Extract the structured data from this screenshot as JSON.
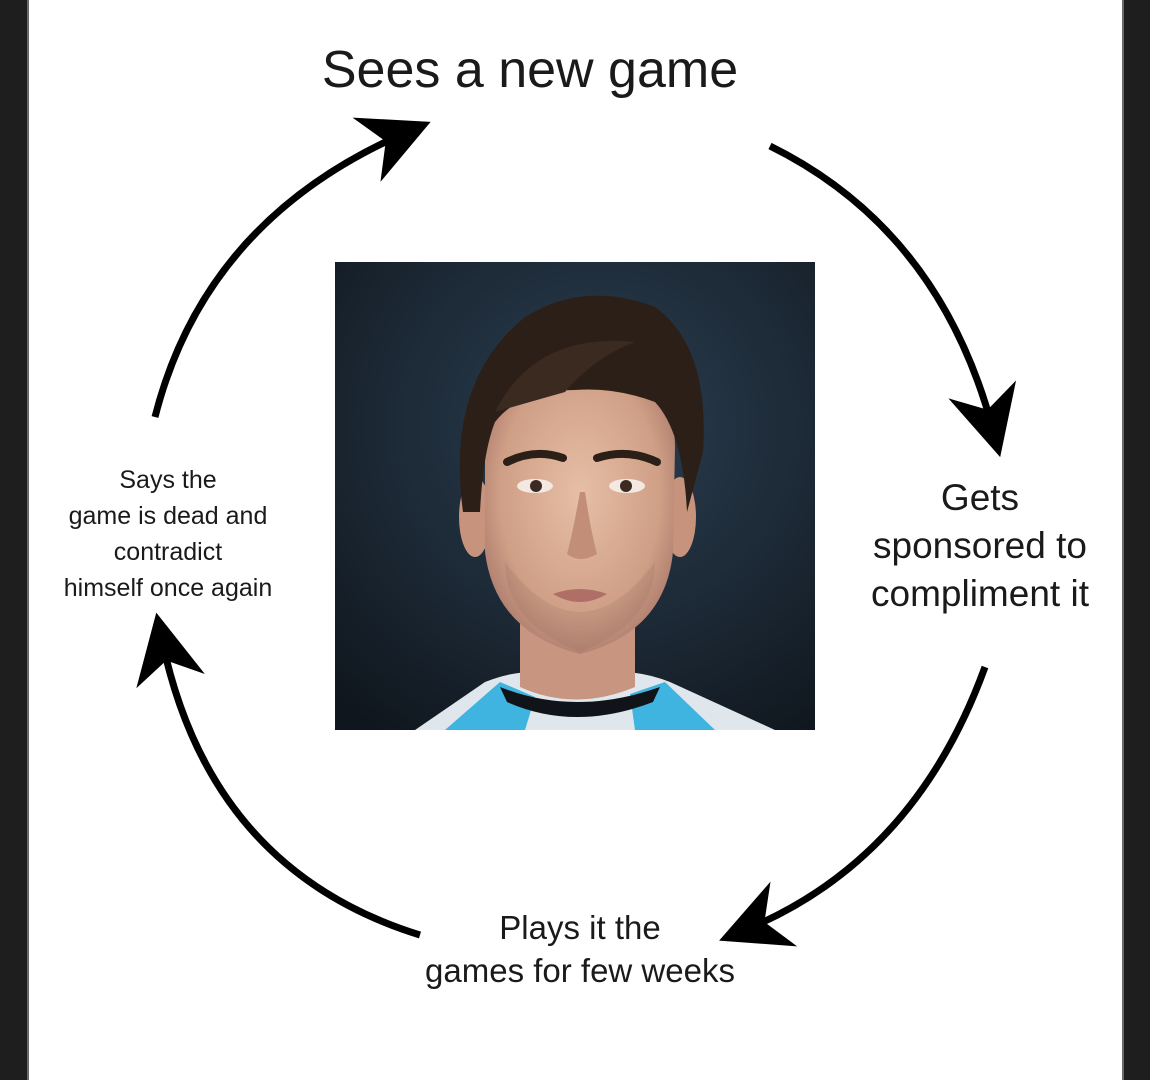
{
  "cycle": {
    "steps": [
      {
        "id": "step-1",
        "label": "Sees a new game"
      },
      {
        "id": "step-2",
        "label": "Gets\nsponsored to\ncompliment it"
      },
      {
        "id": "step-3",
        "label": "Plays it the\ngames for few weeks"
      },
      {
        "id": "step-4",
        "label": "Says the\ngame is dead and\ncontradict\nhimself once again"
      }
    ]
  },
  "colors": {
    "background": "#ffffff",
    "text": "#1a1a1a",
    "arrow": "#000000",
    "photo_background": "#1b2733",
    "jersey_accent": "#3fb4e0"
  },
  "photo": {
    "icon": "person-portrait-icon"
  }
}
